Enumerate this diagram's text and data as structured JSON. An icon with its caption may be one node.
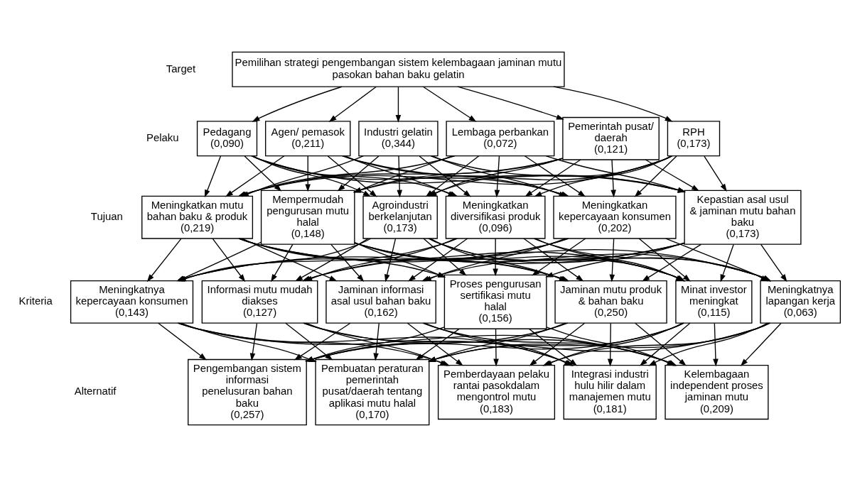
{
  "diagram": {
    "nodes": [
      {
        "text": [
          "Pemilihan strategi pengembangan sistem kelembagaan jaminan mutu pasokan bahan baku gelatin"
        ]
      },
      {
        "text": [
          "RPH",
          "(0,173)"
        ]
      },
      {
        "text": [
          "Pedagang",
          "(0,090)"
        ]
      },
      {
        "text": [
          "Agen/ pemasok",
          "(0,211)"
        ]
      },
      {
        "text": [
          "Industri gelatin",
          "(0,344)"
        ]
      },
      {
        "text": [
          "Lembaga perbankan",
          "(0,072)"
        ]
      },
      {
        "text": [
          "Pemerintah pusat/ daerah",
          "(0,121)"
        ]
      },
      {
        "text": [
          "Kepastian asal usul & jaminan mutu bahan baku",
          "(0,173)"
        ]
      },
      {
        "text": [
          "Meningkatkan mutu bahan baku & produk",
          "(0,219)"
        ]
      },
      {
        "text": [
          "Mempermudah pengurusan mutu halal",
          "(0,148)"
        ]
      },
      {
        "text": [
          "Agroindustri berkelanjutan",
          "(0,173)"
        ]
      },
      {
        "text": [
          "Meningkatkan diversifikasi produk",
          "(0,096)"
        ]
      },
      {
        "text": [
          "Meningkatkan kepercayaan konsumen",
          "(0,202)"
        ]
      },
      {
        "text": [
          "Informasi mutu mudah diakses",
          "(0,127)"
        ]
      },
      {
        "text": [
          "Jaminan informasi asal usul bahan baku",
          "(0,162)"
        ]
      },
      {
        "text": [
          "Proses pengurusan sertifikasi mutu halal",
          "(0,156)"
        ]
      },
      {
        "text": [
          "Jaminan mutu produk & bahan baku",
          "(0,250)"
        ]
      },
      {
        "text": [
          "Minat investor meningkat",
          "(0,115)"
        ]
      },
      {
        "text": [
          "Meningkatnya lapangan kerja",
          "(0,063)"
        ]
      },
      {
        "text": [
          "Meningkatnya kepercayaan konsumen",
          "(0,143)"
        ]
      },
      {
        "text": [
          "Pengembangan sistem informasi penelusuran bahan baku",
          "(0,257)"
        ]
      },
      {
        "text": [
          "Pembuatan peraturan pemerintah pusat/daerah tentang aplikasi mutu halal",
          "(0,170)"
        ]
      },
      {
        "text": [
          "Pemberdayaan pelaku rantai pasokdalam mengontrol mutu",
          "(0,183)"
        ]
      },
      {
        "text": [
          "Integrasi industri hulu hilir dalam manajemen mutu",
          "(0,181)"
        ]
      },
      {
        "text": [
          "Kelembagaan independent proses jaminan mutu",
          "(0,209)"
        ]
      }
    ],
    "edges": [
      {
        "from": 0,
        "to": 1,
        "arrow": "to"
      },
      {
        "from": 0,
        "to": 2,
        "arrow": "to"
      },
      {
        "from": 0,
        "to": 3,
        "arrow": "to"
      },
      {
        "from": 0,
        "to": 4,
        "arrow": "to"
      },
      {
        "from": 0,
        "to": 5,
        "arrow": "to"
      },
      {
        "from": 0,
        "to": 6,
        "arrow": "to"
      },
      {
        "from": 1,
        "to": 7,
        "arrow": "to"
      },
      {
        "from": 1,
        "to": 8,
        "arrow": "to"
      },
      {
        "from": 1,
        "to": 9,
        "arrow": "to"
      },
      {
        "from": 1,
        "to": 10,
        "arrow": "to"
      },
      {
        "from": 1,
        "to": 11,
        "arrow": "to"
      },
      {
        "from": 1,
        "to": 12,
        "arrow": "to"
      },
      {
        "from": 2,
        "to": 7,
        "arrow": "to"
      },
      {
        "from": 2,
        "to": 8,
        "arrow": "to"
      },
      {
        "from": 2,
        "to": 9,
        "arrow": "to"
      },
      {
        "from": 2,
        "to": 10,
        "arrow": "to"
      },
      {
        "from": 2,
        "to": 11,
        "arrow": "to"
      },
      {
        "from": 2,
        "to": 12,
        "arrow": "to"
      },
      {
        "from": 3,
        "to": 7,
        "arrow": "to"
      },
      {
        "from": 3,
        "to": 8,
        "arrow": "to"
      },
      {
        "from": 3,
        "to": 9,
        "arrow": "to"
      },
      {
        "from": 3,
        "to": 10,
        "arrow": "to"
      },
      {
        "from": 3,
        "to": 11,
        "arrow": "to"
      },
      {
        "from": 3,
        "to": 12,
        "arrow": "to"
      },
      {
        "from": 4,
        "to": 7,
        "arrow": "to"
      },
      {
        "from": 4,
        "to": 8,
        "arrow": "to"
      },
      {
        "from": 4,
        "to": 9,
        "arrow": "to"
      },
      {
        "from": 4,
        "to": 10,
        "arrow": "to"
      },
      {
        "from": 4,
        "to": 11,
        "arrow": "to"
      },
      {
        "from": 4,
        "to": 12,
        "arrow": "to"
      },
      {
        "from": 5,
        "to": 7,
        "arrow": "to"
      },
      {
        "from": 5,
        "to": 8,
        "arrow": "to"
      },
      {
        "from": 5,
        "to": 9,
        "arrow": "to"
      },
      {
        "from": 5,
        "to": 10,
        "arrow": "to"
      },
      {
        "from": 5,
        "to": 11,
        "arrow": "to"
      },
      {
        "from": 5,
        "to": 12,
        "arrow": "to"
      },
      {
        "from": 6,
        "to": 7,
        "arrow": "to"
      },
      {
        "from": 6,
        "to": 8,
        "arrow": "to"
      },
      {
        "from": 6,
        "to": 9,
        "arrow": "to"
      },
      {
        "from": 6,
        "to": 10,
        "arrow": "to"
      },
      {
        "from": 6,
        "to": 11,
        "arrow": "to"
      },
      {
        "from": 6,
        "to": 12,
        "arrow": "to"
      },
      {
        "from": 7,
        "to": 13,
        "arrow": "to"
      },
      {
        "from": 7,
        "to": 14,
        "arrow": "to"
      },
      {
        "from": 7,
        "to": 15,
        "arrow": "to"
      },
      {
        "from": 7,
        "to": 16,
        "arrow": "to"
      },
      {
        "from": 7,
        "to": 17,
        "arrow": "to"
      },
      {
        "from": 7,
        "to": 18,
        "arrow": "to"
      },
      {
        "from": 7,
        "to": 19,
        "arrow": "to"
      },
      {
        "from": 8,
        "to": 13,
        "arrow": "to"
      },
      {
        "from": 8,
        "to": 14,
        "arrow": "to"
      },
      {
        "from": 8,
        "to": 15,
        "arrow": "to"
      },
      {
        "from": 8,
        "to": 16,
        "arrow": "to"
      },
      {
        "from": 8,
        "to": 17,
        "arrow": "to"
      },
      {
        "from": 8,
        "to": 18,
        "arrow": "to"
      },
      {
        "from": 8,
        "to": 19,
        "arrow": "to"
      },
      {
        "from": 9,
        "to": 13,
        "arrow": "to"
      },
      {
        "from": 9,
        "to": 14,
        "arrow": "to"
      },
      {
        "from": 9,
        "to": 15,
        "arrow": "to"
      },
      {
        "from": 9,
        "to": 16,
        "arrow": "to"
      },
      {
        "from": 9,
        "to": 17,
        "arrow": "to"
      },
      {
        "from": 9,
        "to": 18,
        "arrow": "to"
      },
      {
        "from": 9,
        "to": 19,
        "arrow": "to"
      },
      {
        "from": 10,
        "to": 13,
        "arrow": "to"
      },
      {
        "from": 10,
        "to": 14,
        "arrow": "to"
      },
      {
        "from": 10,
        "to": 15,
        "arrow": "to"
      },
      {
        "from": 10,
        "to": 16,
        "arrow": "to"
      },
      {
        "from": 10,
        "to": 17,
        "arrow": "to"
      },
      {
        "from": 10,
        "to": 18,
        "arrow": "to"
      },
      {
        "from": 10,
        "to": 19,
        "arrow": "to"
      },
      {
        "from": 11,
        "to": 13,
        "arrow": "to"
      },
      {
        "from": 11,
        "to": 14,
        "arrow": "to"
      },
      {
        "from": 11,
        "to": 15,
        "arrow": "to"
      },
      {
        "from": 11,
        "to": 16,
        "arrow": "to"
      },
      {
        "from": 11,
        "to": 17,
        "arrow": "to"
      },
      {
        "from": 11,
        "to": 18,
        "arrow": "to"
      },
      {
        "from": 11,
        "to": 19,
        "arrow": "to"
      },
      {
        "from": 12,
        "to": 13,
        "arrow": "to"
      },
      {
        "from": 12,
        "to": 14,
        "arrow": "to"
      },
      {
        "from": 12,
        "to": 15,
        "arrow": "to"
      },
      {
        "from": 12,
        "to": 16,
        "arrow": "to"
      },
      {
        "from": 12,
        "to": 17,
        "arrow": "to"
      },
      {
        "from": 12,
        "to": 18,
        "arrow": "to"
      },
      {
        "from": 12,
        "to": 19,
        "arrow": "to"
      },
      {
        "from": 13,
        "to": 20,
        "arrow": "to"
      },
      {
        "from": 13,
        "to": 21,
        "arrow": "to"
      },
      {
        "from": 13,
        "to": 22,
        "arrow": "to"
      },
      {
        "from": 13,
        "to": 23,
        "arrow": "to"
      },
      {
        "from": 13,
        "to": 24,
        "arrow": "to"
      },
      {
        "from": 14,
        "to": 20,
        "arrow": "to"
      },
      {
        "from": 14,
        "to": 21,
        "arrow": "to"
      },
      {
        "from": 14,
        "to": 22,
        "arrow": "to"
      },
      {
        "from": 14,
        "to": 23,
        "arrow": "to"
      },
      {
        "from": 14,
        "to": 24,
        "arrow": "to"
      },
      {
        "from": 15,
        "to": 20,
        "arrow": "to"
      },
      {
        "from": 15,
        "to": 21,
        "arrow": "to"
      },
      {
        "from": 15,
        "to": 22,
        "arrow": "to"
      },
      {
        "from": 15,
        "to": 23,
        "arrow": "to"
      },
      {
        "from": 15,
        "to": 24,
        "arrow": "to"
      },
      {
        "from": 16,
        "to": 20,
        "arrow": "to"
      },
      {
        "from": 16,
        "to": 21,
        "arrow": "to"
      },
      {
        "from": 16,
        "to": 22,
        "arrow": "to"
      },
      {
        "from": 16,
        "to": 23,
        "arrow": "to"
      },
      {
        "from": 16,
        "to": 24,
        "arrow": "to"
      },
      {
        "from": 17,
        "to": 20,
        "arrow": "to"
      },
      {
        "from": 17,
        "to": 21,
        "arrow": "to"
      },
      {
        "from": 17,
        "to": 22,
        "arrow": "to"
      },
      {
        "from": 17,
        "to": 23,
        "arrow": "to"
      },
      {
        "from": 17,
        "to": 24,
        "arrow": "to"
      },
      {
        "from": 18,
        "to": 20,
        "arrow": "to"
      },
      {
        "from": 18,
        "to": 21,
        "arrow": "to"
      },
      {
        "from": 18,
        "to": 22,
        "arrow": "to"
      },
      {
        "from": 18,
        "to": 23,
        "arrow": "to"
      },
      {
        "from": 18,
        "to": 24,
        "arrow": "to"
      },
      {
        "from": 19,
        "to": 20,
        "arrow": "to"
      },
      {
        "from": 19,
        "to": 21,
        "arrow": "to"
      },
      {
        "from": 19,
        "to": 22,
        "arrow": "to"
      },
      {
        "from": 19,
        "to": 23,
        "arrow": "to"
      },
      {
        "from": 19,
        "to": 24,
        "arrow": "to"
      }
    ],
    "labels": [
      "Target",
      "Pelaku",
      "Tujuan",
      "Kriteria",
      "Alternatif"
    ]
  }
}
